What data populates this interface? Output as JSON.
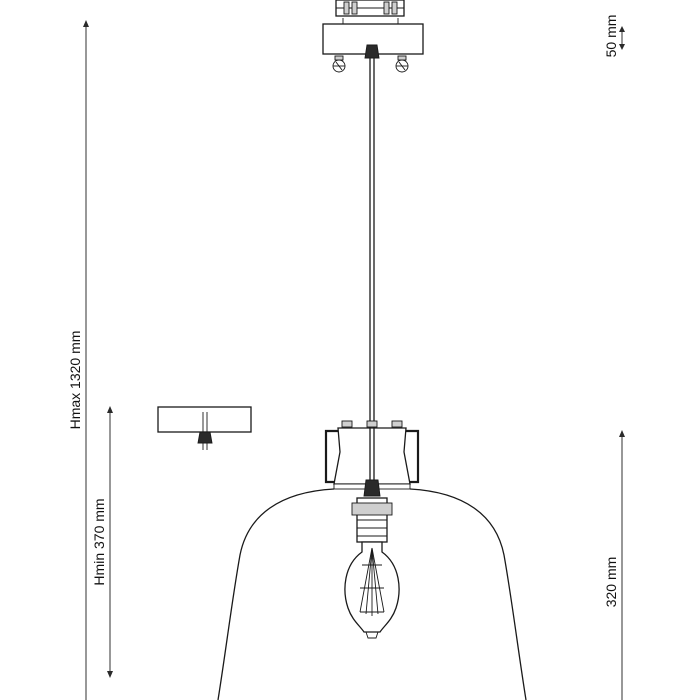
{
  "dimensions": {
    "canopy_height": "50 mm",
    "height_max": "Hmax 1320 mm",
    "height_min": "Hmin 370 mm",
    "shade_height": "320 mm"
  },
  "colors": {
    "line": "#1a1a1a",
    "background": "#ffffff",
    "hardware_fill": "#cfcfcf"
  }
}
